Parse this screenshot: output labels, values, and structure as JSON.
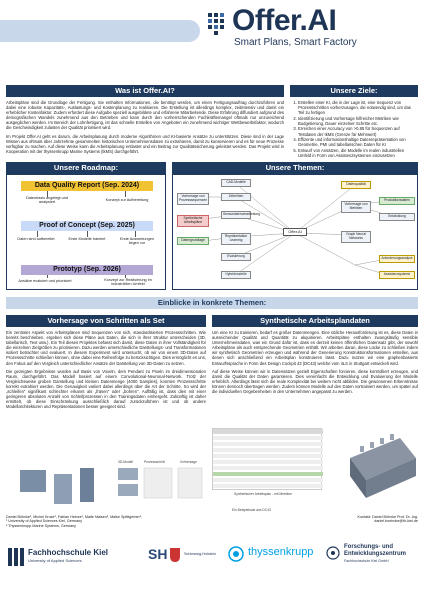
{
  "header": {
    "title": "Offer.AI",
    "subtitle": "Smart Plans, Smart Factory"
  },
  "colors": {
    "navy": "#1f3a5f",
    "light_blue": "#c7d7e9",
    "yellow": "#f1c232",
    "purple": "#b4a7d6"
  },
  "was_ist": {
    "heading": "Was ist Offer.AI?",
    "p1": "Arbeitspläne sind die Grundlage der Fertigung. Sie enthalten Informationen, die benötigt werden, um einen Fertigungsauftrag durchzuführen und dabei eine robuste Kapazitäts-, Auslastungs- und Kostenplanung zu realisieren. Die Erstellung ist allerdings komplex, zeitintensiv und damit ein erheblicher Kostenfaktor. Zudem erfordert diese Aufgabe speziell ausgebildete und erfahrene Mitarbeitende. Diese Erfahrung diffundiert aufgrund des demografischen Wandels zunehmend aus den Betrieben und kann durch den vorherrschenden Fachkräftemangel oftmals nur unzureichend ausgeglichen werden. Im Bereich der Lohnfertigung, ist das schnelle Erstellen von Angeboten ein zunehmend wichtiger Wettbewerbsfaktor, wodurch die Geschwindigkeit zulasten der Qualität priorisiert wird.",
    "p2": "Im Projekt Offer.AI geht es darum, die Arbeitsplanung durch moderne Algorithmen und KI-basierte Ansätze zu unterstützen. Diese sind in der Lage Wissen aus oftmals über Jahrzehnte gesammelten historischen Unternehmensdaten zu extrahieren, damit zu konservieren und es für neue Prozesse verfügbar zu machen. Auf diese Weise kann die Arbeitsplanung entlastet und ein Beitrag zur Qualitätssicherung geleistet werden. Das Projekt wird in Kooperation mit der thyssenkrupp Marine Systems (tkMS) durchgeführt."
  },
  "ziele": {
    "heading": "Unsere Ziele:",
    "items": [
      "Erstellen einer KI, die in der Lage ist, eine Sequenz von Prozessschritten vorherzusagen, die notwendig sind, um das Teil zu fertigen",
      "Identifizierung und Vorhersage hilfreicher Metriken wie Budgetierung, Dauer einzelner Schritte etc.",
      "Erreichen einer Accuracy von >0.85 für Sequenzen auf Testdaten der tkMS (Grenze für Mehrwert)",
      "Effizente und informationshaltige Datenrepräsentation von Geometrie, PMI und tabellarischen Daten für KI",
      "Entwurf von Ansätzen, die Modelle im realen industriellen Umfeld in Form von Assistenzsystemen einzusetzen"
    ]
  },
  "roadmap": {
    "heading": "Unsere Roadmap:",
    "stage1": "Data Quality Report (Sep. 2024)",
    "stage1_left": "Datenbasis angelegt und analysiert",
    "stage1_right": "Konzept zur Aufbereitung",
    "stage2": "Proof of Concept (Sep. 2025)",
    "stage2_a": "Daten sind aufbereitet",
    "stage2_b": "Erste Modelle trainiert",
    "stage2_c": "Erste Auswertungen liegen vor",
    "stage3": "Prototyp (Sep. 2026)",
    "stage3_left": "Ansätze evaluiert und priorisiert",
    "stage3_right": "Konzept zur Realisierung im industriellen Umfeld"
  },
  "themen": {
    "heading": "Unsere Themen:",
    "center": "Offer.AI",
    "nodes": [
      "CAD-Modelle",
      "Zeitreihen",
      "Vorhersage von Prozesssequenzen",
      "Sensordatenverarbeitung",
      "Synthetische Arbeitspläne",
      "Repräsentation Learning",
      "Datengrundlage",
      "Evaluierung",
      "Hybridmodelle",
      "Datenqualität",
      "Vorhersage von Metriken",
      "Produktionsdaten",
      "Entwicklung",
      "Graph Neural Networks",
      "Anforderungsanalyse",
      "Assistenzsysteme"
    ]
  },
  "einblicke": {
    "heading": "Einblicke in konkrete Themen:"
  },
  "vorhersage": {
    "heading": "Vorhersage von Schritten als Set",
    "p1": "Ein zentraler Aspekt von Arbeitsplänen sind Sequenzen von sich, standardisierten Prozessschritten. Wie bereits beschrieben, ergeben sich diese Pläne aus Daten, die sich in ihrer Struktur unterscheiden (3D, tabellarisch, Text usw.). Ein Teil dieses Projektes befasst sich damit, diese Daten in ihrer Vollständigkeit für die einzelnen Zielgrößen zu priorisieren. Dazu werden unterschiedliche Darstellungs- und Transformationen isoliert betrachtet und evaluiert. In diesem Experiment wird untersucht, ob wir von einem 3D-Daten auf Prozessschritte schließen können, ohne dabei eine Reihenfolge zu berücksichtigen. Dies ermöglicht es uns, den Fokus auf den Vergleich unterschiedlicher Ansätze der Darstellung von 3D-Daten zu setzen.",
    "p2": "Die gezeigten Ergebnisse wurden auf Basis von Voxeln, dem Pendant zu Pixeln im dreidimensionalen Raum, durchgeführt. Das Modell basiert auf einem Convolutional-Neuronal-Network. Trotz der Vergleichsweise groben Darstellung und kleinen Datenmenge (4000 Samples), konnten Prozessschritte korrekt extrahiert werden. Die Genauigkeit variiert dabei allerdings über die Art der Schritte. So wird der „schleifen“ signifikant schlechter erkannt als „fräsen“ oder „bohren“. Auffällig ist, dass dies mit einer geringeren absoluten Anzahl von Schleifprozessen in den Trainingsdaten einhergeht. Zukünftig ist daher ermittelt, ob diese Einschränkung ausschließlich darauf zurückzuführen ist und ob andere Modellarchitekturen und Repräsentationen besser geeignet sind.",
    "fig_labels": [
      "3D-Modell",
      "Prozessschritt",
      "Vorhersage"
    ]
  },
  "synthetisch": {
    "heading": "Synthetische Arbeitsplandaten",
    "p1": "Um eine KI zu trainieren, bedarf es großer Datenmengen. Eine übliche Herausforderung ist es, diese Daten in ausreichender Qualität und Quantität zu akquirieren. Arbeitspläne enthalten zwangsläufig sensible Unternehmensdaten, was ein Grund dafür ist, dass es derzeit keinen öffentlichen Datensatz gibt, der sowohl Arbeitspläne als auch entsprechende Geometrien enthält. Wir arbeiten daran, diese Lücke zu schließen indem wir synthetisch Geometrien erzeugen und während der Generierung Konstruktionsformationen erstellen, aus denen sich anschließend ein Arbeitsplan konstruieren lässt. Dazu nutzen wir eine graphenbasierte Entwurfssprache in Form des Design Cockpit 43 (DC43) welche vom iILS in Stuttgart entwickelt wird.",
    "p2": "Auf diese Weise können wir in Datensätzen gezielt Eigenschaften forcieren, diese kontrolliert erzeugen, und damit die Qualität der Daten garantieren. Dies vereinfacht die Entwicklung und Evaluierung der Modelle erheblich. Allerdings lässt sich die reale Komplexität bei weitem nicht abbilden. Die gewonnenen Erkenntnisse können dennoch übertragen werden. Zudem können Modelle auf den Daten vortrainiert werden, um später auf die individuellen Gegebenheiten in den Unternehmen angepasst zu werden.",
    "cap_left": "Synthetischer Arbeitsplan - mit Metriken",
    "cap_right": "Ein Beispielsatz aus DC43"
  },
  "footer": {
    "authors": "Daniel Böhnke¹, Michel Kruse¹, Fabian Heinze¹, Malte Malsen², Maike Splittgerber¹,",
    "affil1": "¹ University of Applied Sciences Kiel, Germany",
    "affil2": "² Thyssenkrupp Marine Systems, Germany",
    "contact_label": "Kontakt:",
    "contact_name": "Daniel Böhnke Prof. Dr.-Ing.",
    "contact_email": "daniel.boehnke@fh-kiel.de",
    "partner1": "Fachhochschule Kiel",
    "partner1_sub": "University of Applied Sciences",
    "partner2": "SH",
    "partner2_sub": "Schleswig-Holstein",
    "partner3": "thyssenkrupp",
    "partner4": "Forschungs- und Entwicklungszentrum",
    "partner4_sub": "Fachhochschule Kiel GmbH"
  }
}
